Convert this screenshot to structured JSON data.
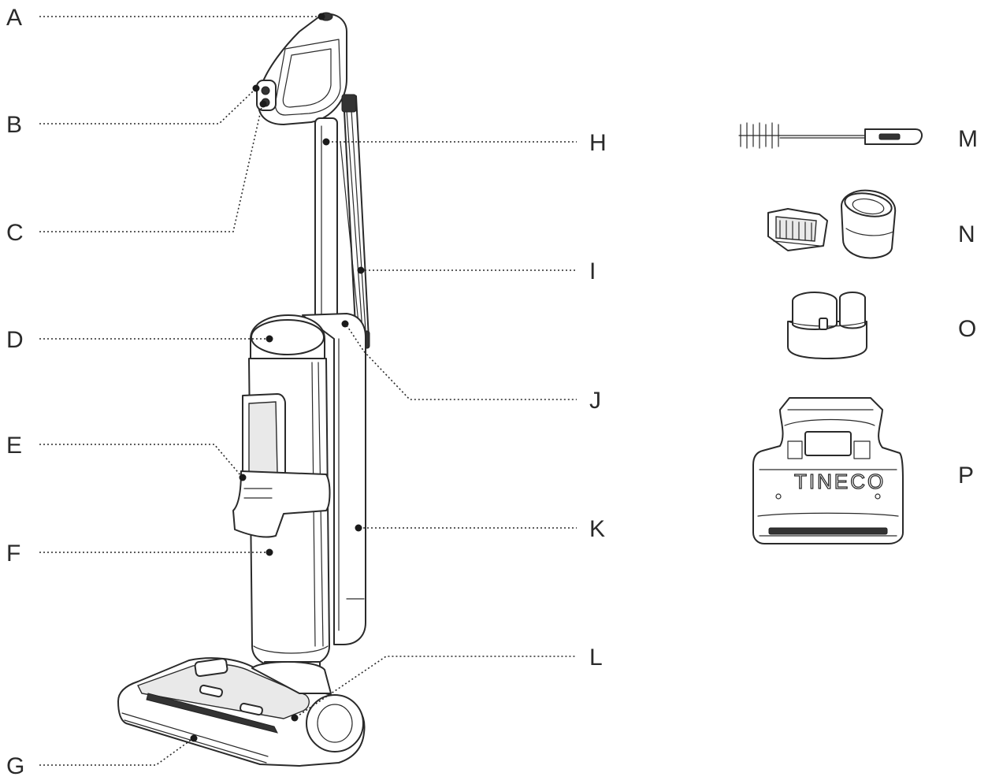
{
  "callouts": [
    {
      "id": "A",
      "label": "A"
    },
    {
      "id": "B",
      "label": "B"
    },
    {
      "id": "C",
      "label": "C"
    },
    {
      "id": "D",
      "label": "D"
    },
    {
      "id": "E",
      "label": "E"
    },
    {
      "id": "F",
      "label": "F"
    },
    {
      "id": "G",
      "label": "G"
    },
    {
      "id": "H",
      "label": "H"
    },
    {
      "id": "I",
      "label": "I"
    },
    {
      "id": "J",
      "label": "J"
    },
    {
      "id": "K",
      "label": "K"
    },
    {
      "id": "L",
      "label": "L"
    },
    {
      "id": "M",
      "label": "M"
    },
    {
      "id": "N",
      "label": "N"
    },
    {
      "id": "O",
      "label": "O"
    },
    {
      "id": "P",
      "label": "P"
    }
  ],
  "brand_logo_text": "TINECO",
  "colors": {
    "line": "#2a2a2a",
    "background": "#ffffff"
  }
}
